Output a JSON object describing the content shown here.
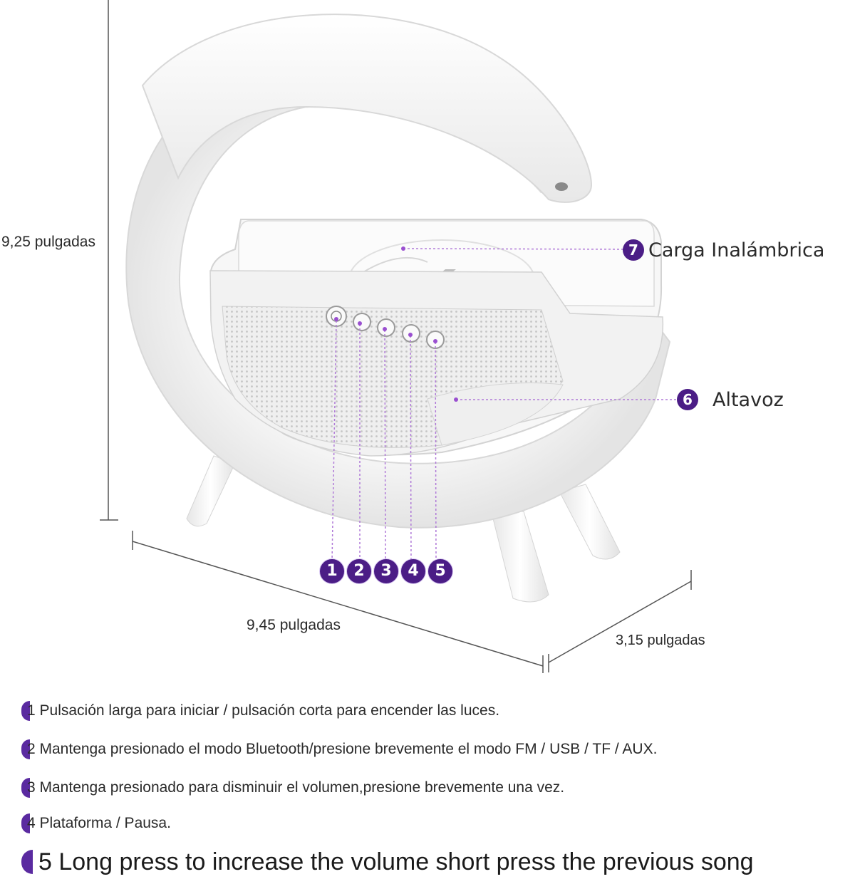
{
  "dimensions": {
    "height": "9,25 pulgadas",
    "width": "9,45 pulgadas",
    "depth": "3,15 pulgadas"
  },
  "callouts": [
    {
      "number": "7",
      "label": "Carga Inalámbrica"
    },
    {
      "number": "6",
      "label": "Altavoz"
    }
  ],
  "button_numbers": [
    "1",
    "2",
    "3",
    "4",
    "5"
  ],
  "legend": [
    "1 Pulsación larga para iniciar / pulsación corta para encender las luces.",
    "2 Mantenga presionado el modo Bluetooth/presione brevemente el modo FM / USB / TF / AUX.",
    "3 Mantenga presionado para disminuir el volumen,presione brevemente una vez.",
    "4 Plataforma / Pausa.",
    "5 Long press to increase the volume short press the previous song"
  ],
  "colors": {
    "accent": "#4b1d86",
    "leader_line": "#b07ad8",
    "product": "#ffffff"
  }
}
